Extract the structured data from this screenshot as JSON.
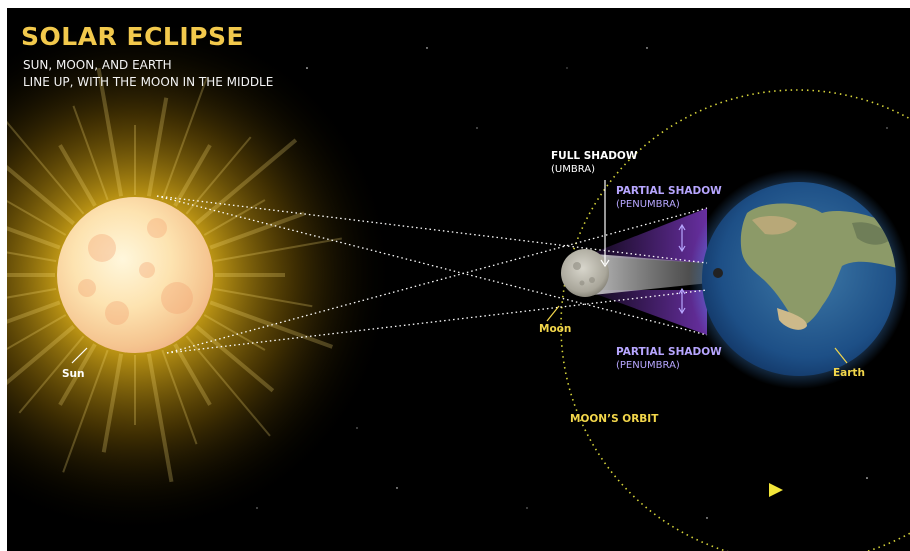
{
  "title": "SOLAR ECLIPSE",
  "subtitle_lines": [
    "SUN, MOON,  AND EARTH",
    "LINE UP, WITH THE MOON IN THE MIDDLE"
  ],
  "labels": {
    "full_shadow": "FULL SHADOW",
    "umbra": "(UMBRA)",
    "partial_shadow_upper": "PARTIAL SHADOW",
    "penumbra_upper": "(PENUMBRA)",
    "partial_shadow_lower": "PARTIAL SHADOW",
    "penumbra_lower": "(PENUMBRA)",
    "moon": "Moon",
    "sun": "Sun",
    "earth": "Earth",
    "moons_orbit": "MOON’S  ORBIT"
  },
  "colors": {
    "background": "#000000",
    "title": "#f2c94c",
    "label_yellow": "#f2d64b",
    "penumbra_text": "#b7a6ff",
    "orbit": "#d7d53a"
  }
}
